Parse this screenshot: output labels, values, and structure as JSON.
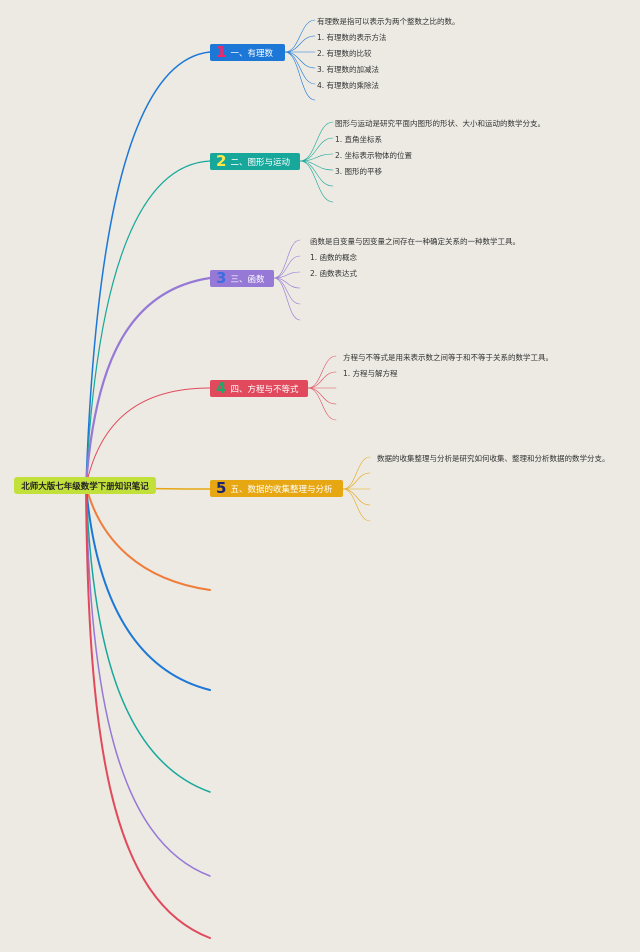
{
  "root": {
    "label": "北师大版七年级数学下册知识笔记",
    "color": "#C2E03A"
  },
  "branches": [
    {
      "number": "1",
      "label": "一、有理数",
      "color": "#1C77D6",
      "leaves": [
        "有理数是指可以表示为两个整数之比的数。",
        "1. 有理数的表示方法",
        "2. 有理数的比较",
        "3. 有理数的加减法",
        "4. 有理数的乘除法"
      ]
    },
    {
      "number": "2",
      "label": "二、图形与运动",
      "color": "#17A89B",
      "leaves": [
        "图形与运动是研究平面内图形的形状、大小和运动的数学分支。",
        "1. 直角坐标系",
        "2. 坐标表示物体的位置",
        "3. 图形的平移"
      ]
    },
    {
      "number": "3",
      "label": "三、函数",
      "color": "#9678D6",
      "leaves": [
        "函数是自变量与因变量之间存在一种确定关系的一种数学工具。",
        "1. 函数的概念",
        "2. 函数表达式"
      ]
    },
    {
      "number": "4",
      "label": "四、方程与不等式",
      "color": "#E04A5C",
      "leaves": [
        "方程与不等式是用来表示数之间等于和不等于关系的数学工具。",
        "1. 方程与解方程"
      ]
    },
    {
      "number": "5",
      "label": "五、数据的收集整理与分析",
      "color": "#E6A713",
      "leaves": [
        "数据的收集整理与分析是研究如何收集、整理和分析数据的数学分支。"
      ]
    }
  ],
  "empty_branch_colors": [
    "#F07C3A",
    "#1C77D6",
    "#17A89B",
    "#9678D6",
    "#E04A5C"
  ]
}
